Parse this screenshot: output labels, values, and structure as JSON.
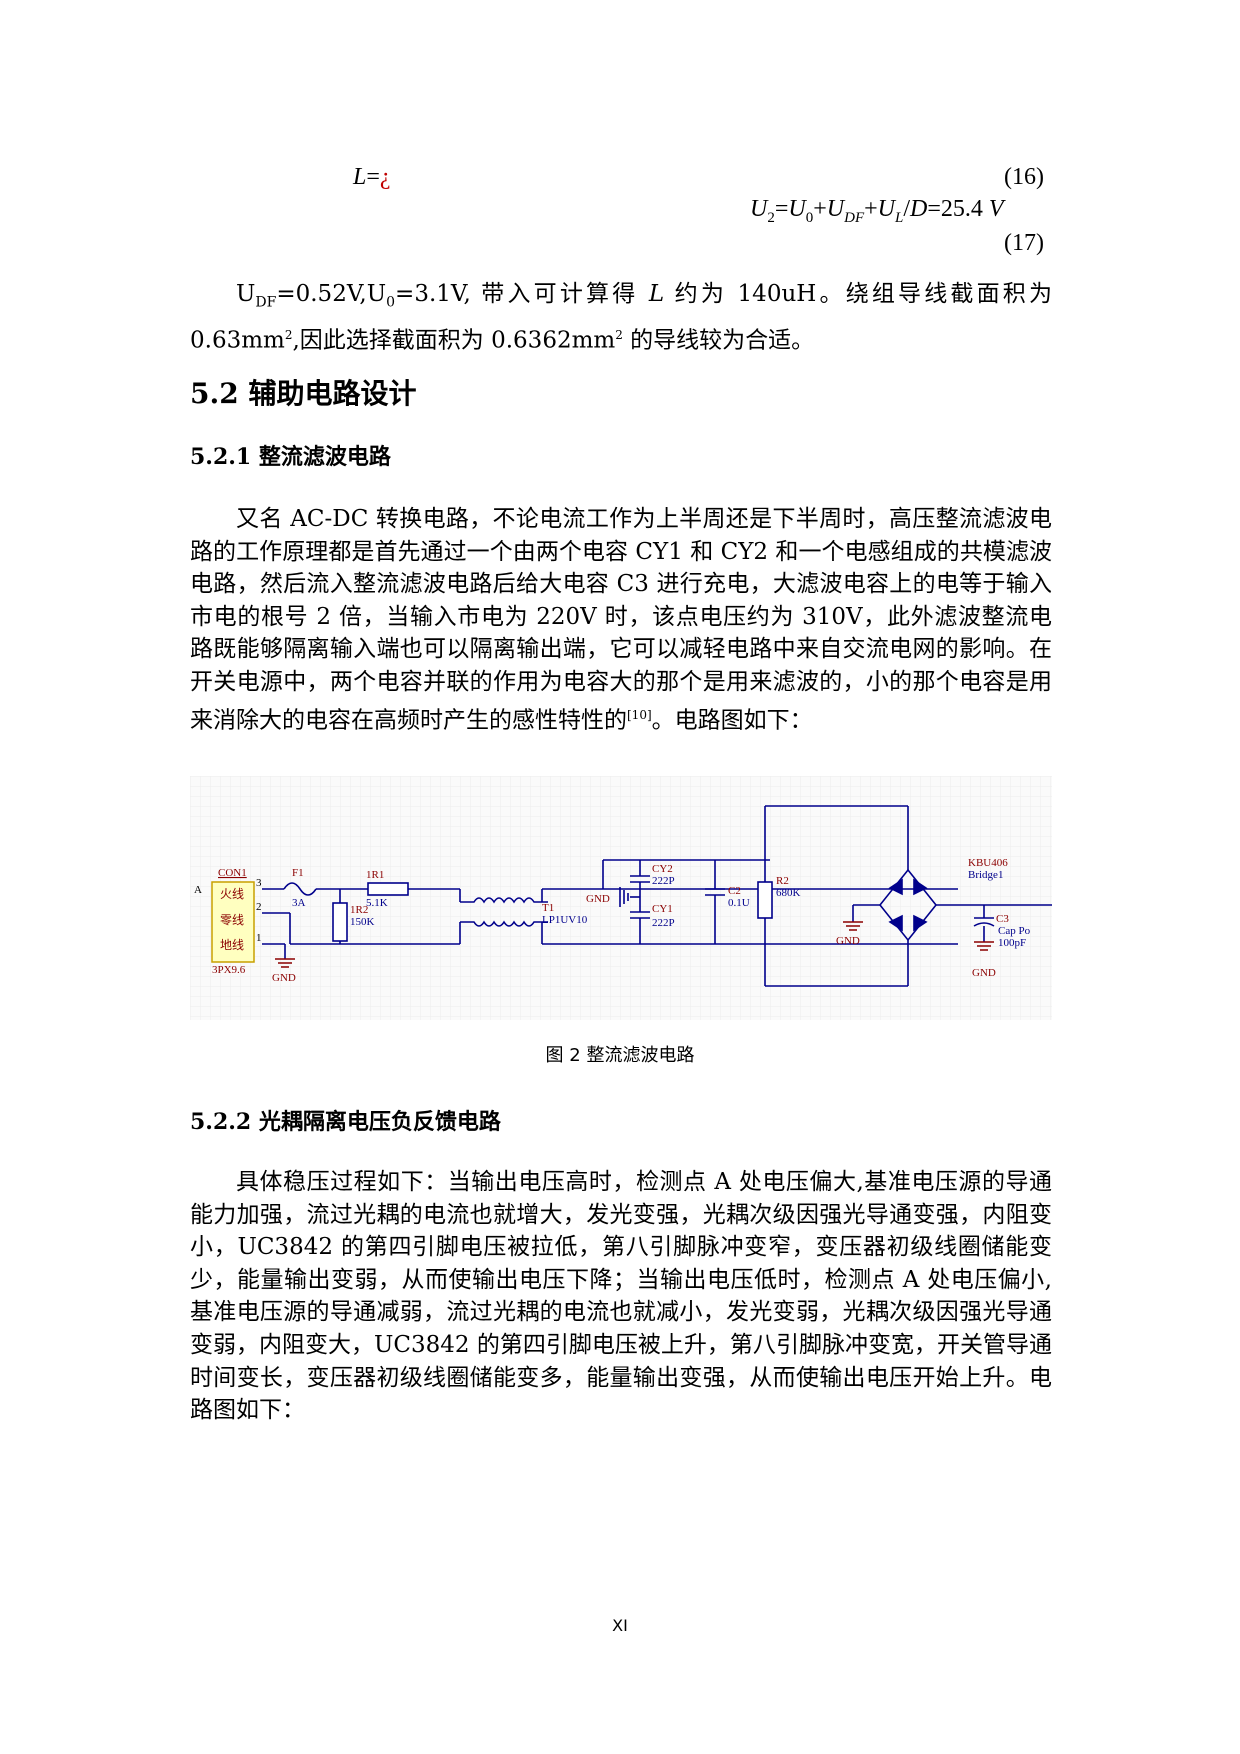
{
  "equations": {
    "eq16_lhs": "L",
    "eq16_rhs": "¿",
    "eq16_no": "(16)",
    "eq17_no": "(17)",
    "eq17_value": "25.4",
    "eq17_unit": "V"
  },
  "para_intro": {
    "s1": "=0.52V,U",
    "s2": "=3.1V, 带入可计算得 ",
    "s3": "L",
    "s4": " 约为 140uH。绕组导线截面积为 0.63mm",
    "s5": ",因此选择截面积为 0.6362mm",
    "s6": " 的导线较为合适。",
    "sub_df": "DF",
    "sub_0": "0",
    "sup_2": "2"
  },
  "headings": {
    "h52": "5.2 辅助电路设计",
    "h521": "5.2.1 整流滤波电路",
    "h522": "5.2.2 光耦隔离电压负反馈电路"
  },
  "para_521": {
    "text": "又名 AC-DC 转换电路，不论电流工作为上半周还是下半周时，高压整流滤波电路的工作原理都是首先通过一个由两个电容 CY1 和 CY2 和一个电感组成的共模滤波电路，然后流入整流滤波电路后给大电容 C3 进行充电，大滤波电容上的电等于输入市电的根号 2 倍，当输入市电为 220V 时，该点电压约为 310V，此外滤波整流电路既能够隔离输入端也可以隔离输出端，它可以减轻电路中来自交流电网的影响。在开关电源中，两个电容并联的作用为电容大的那个是用来滤波的，小的那个电容是用来消除大的电容在高频时产生的感性特性的",
    "ref": "[10]",
    "tail": "。电路图如下："
  },
  "figure": {
    "caption": "图 2 整流滤波电路",
    "labels": {
      "a": "A",
      "con1": "CON1",
      "fire": "火线",
      "zero": "零线",
      "earth": "地线",
      "pin3": "3",
      "pin2": "2",
      "pin1": "1",
      "conn_part": "3PX9.6",
      "f1": "F1",
      "f1_val": "3A",
      "r1": "1R1",
      "r1_val": "5.1K",
      "r2": "1R2",
      "r2_val": "150K",
      "t1": "T1",
      "t1_val": "LP1UV10",
      "gnd": "GND",
      "cy2": "CY2",
      "cy2_val": "222P",
      "cy1": "CY1",
      "cy1_val": "222P",
      "c2": "C2",
      "c2_val": "0.1U",
      "rr2": "R2",
      "rr2_val": "680K",
      "bridge_part": "KBU406",
      "bridge": "Bridge1",
      "c3": "C3",
      "c3_part": "Cap Po",
      "c3_val": "100pF"
    },
    "colors": {
      "wire": "#00008b",
      "label": "#8b0000",
      "value": "#00008b",
      "connector_fill": "#ffffc0",
      "connector_border": "#c8a000",
      "grid": "#f0f0f0"
    }
  },
  "para_522": {
    "text": "具体稳压过程如下：当输出电压高时，检测点 A 处电压偏大,基准电压源的导通能力加强，流过光耦的电流也就增大，发光变强，光耦次级因强光导通变强，内阻变小，UC3842 的第四引脚电压被拉低，第八引脚脉冲变窄，变压器初级线圈储能变少，能量输出变弱，从而使输出电压下降；当输出电压低时，检测点 A 处电压偏小,基准电压源的导通减弱，流过光耦的电流也就减小，发光变弱，光耦次级因强光导通变弱，内阻变大，UC3842 的第四引脚电压被上升，第八引脚脉冲变宽，开关管导通时间变长，变压器初级线圈储能变多，能量输出变强，从而使输出电压开始上升。电路图如下："
  },
  "footer": {
    "page": "XI"
  }
}
